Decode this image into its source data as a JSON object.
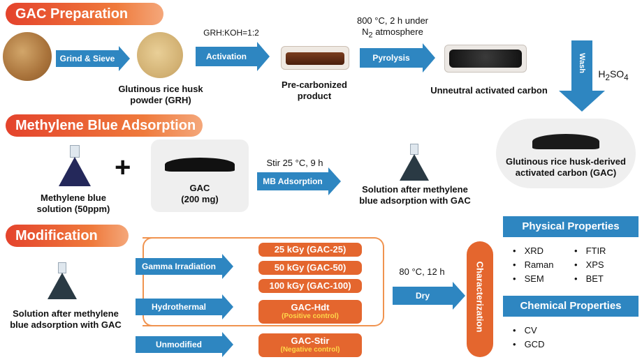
{
  "sections": {
    "prep": "GAC Preparation",
    "mb": "Methylene Blue Adsorption",
    "mod": "Modification"
  },
  "prep": {
    "grind_arrow": "Grind & Sieve",
    "ratio": "GRH:KOH=1:2",
    "activation_arrow": "Activation",
    "pyro_cond_line1": "800 °C, 2 h under",
    "pyro_cond_line2_n": "N",
    "pyro_cond_line2_sub": "2",
    "pyro_cond_line2_rest": " atmosphere",
    "pyrolysis_arrow": "Pyrolysis",
    "wash_arrow": "Wash",
    "h2so4_h": "H",
    "h2so4_sub1": "2",
    "h2so4_so": "SO",
    "h2so4_sub2": "4",
    "grh_label_1": "Glutinous rice husk",
    "grh_label_2": "powder (GRH)",
    "precarb_1": "Pre-carbonized",
    "precarb_2": "product",
    "unneutral": "Unneutral activated carbon",
    "gac_final_1": "Glutinous rice husk-derived",
    "gac_final_2": "activated carbon (GAC)"
  },
  "mb": {
    "solution_1": "Methylene blue",
    "solution_2": "solution (50ppm)",
    "plus": "+",
    "gac_1": "GAC",
    "gac_2": "(200 mg)",
    "stir": "Stir 25 °C, 9 h",
    "arrow": "MB Adsorption",
    "after_1": "Solution after methylene",
    "after_2": "blue adsorption with GAC"
  },
  "mod": {
    "solution_1": "Solution after methylene",
    "solution_2": "blue adsorption with GAC",
    "gamma": "Gamma Irradiation",
    "hydro": "Hydrothermal",
    "unmod": "Unmodified",
    "box_25": "25 kGy (GAC-25)",
    "box_50": "50 kGy (GAC-50)",
    "box_100": "100 kGy (GAC-100)",
    "box_hdt": "GAC-Hdt",
    "box_hdt_sub": "(Positive control)",
    "box_stir": "GAC-Stir",
    "box_stir_sub": "(Negative control)",
    "dry_cond": "80 °C, 12 h",
    "dry_arrow": "Dry",
    "characterization": "Characterization"
  },
  "properties": {
    "physical_title": "Physical Properties",
    "physical": [
      "XRD",
      "Raman",
      "SEM",
      "FTIR",
      "XPS",
      "BET"
    ],
    "chemical_title": "Chemical Properties",
    "chemical": [
      "CV",
      "GCD"
    ]
  },
  "colors": {
    "accent_blue": "#2e86c1",
    "accent_orange": "#e4662e",
    "highlight_yellow": "#ffd84a"
  }
}
